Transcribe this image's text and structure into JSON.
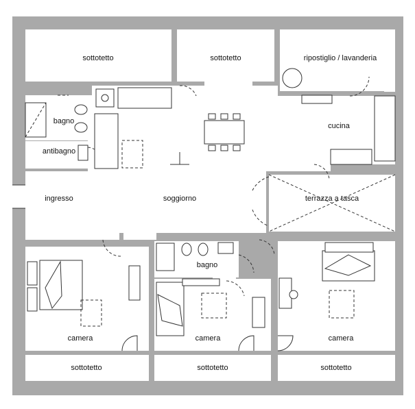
{
  "rooms": {
    "sottotetto_top_left": "sottotetto",
    "sottotetto_top_mid": "sottotetto",
    "ripostiglio": "ripostiglio / lavanderia",
    "bagno_1": "bagno",
    "antibagno": "antibagno",
    "cucina": "cucina",
    "ingresso": "ingresso",
    "soggiorno": "soggiorno",
    "terrazza": "terrazza a tasca",
    "bagno_2": "bagno",
    "camera_left": "camera",
    "camera_mid": "camera",
    "camera_right": "camera",
    "sottotetto_bottom_left": "sottotetto",
    "sottotetto_bottom_mid": "sottotetto",
    "sottotetto_bottom_right": "sottotetto"
  },
  "colors": {
    "wall": "#a9a9a9",
    "floor": "#ffffff",
    "line": "#333333"
  }
}
